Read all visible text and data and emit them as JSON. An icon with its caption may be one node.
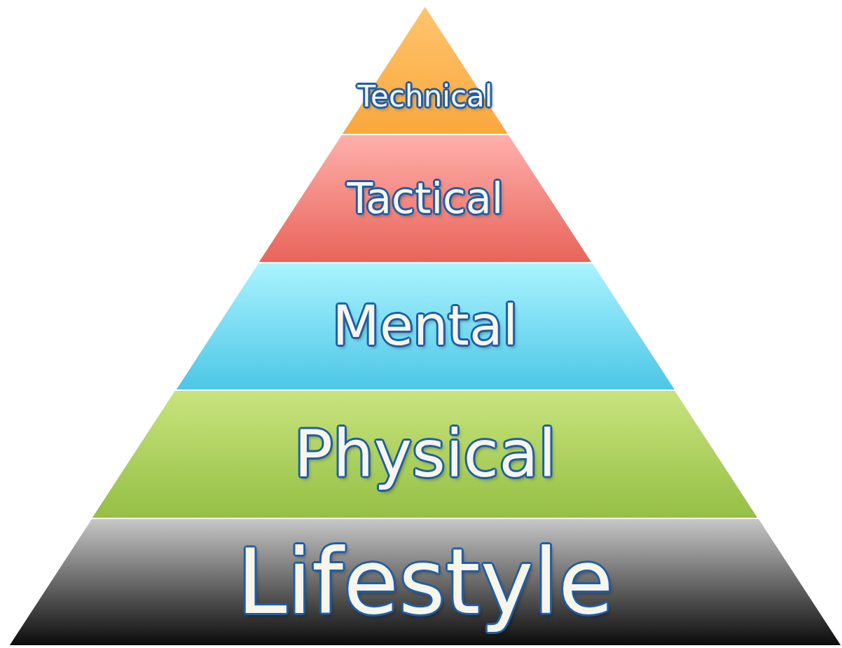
{
  "diagram": {
    "nodes": [
      {
        "text": [
          "Technical"
        ]
      },
      {
        "text": [
          "Tactical"
        ]
      },
      {
        "text": [
          "Mental"
        ]
      },
      {
        "text": [
          "Physical"
        ]
      },
      {
        "text": [
          "Lifestyle"
        ]
      }
    ]
  }
}
